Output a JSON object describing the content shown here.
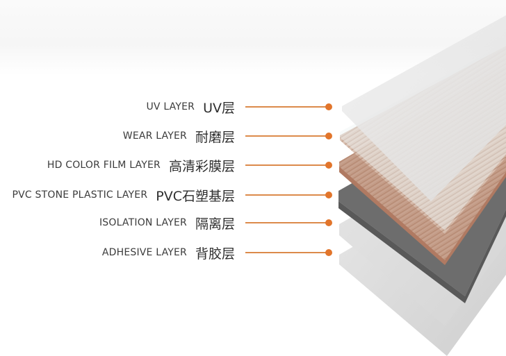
{
  "colors": {
    "leader_line": "#dc8a4a",
    "leader_dot": "#e2752b",
    "wood": "#c9a896",
    "stone": "#6d6d6d",
    "sheet": "#dcdcdc"
  },
  "layers": [
    {
      "en": "UV LAYER",
      "cn": "UV层"
    },
    {
      "en": "WEAR LAYER",
      "cn": "耐磨层"
    },
    {
      "en": "HD COLOR FILM LAYER",
      "cn": "高清彩膜层"
    },
    {
      "en": "PVC STONE PLASTIC LAYER",
      "cn": "PVC石塑基层"
    },
    {
      "en": "ISOLATION LAYER",
      "cn": "隔离层"
    },
    {
      "en": "ADHESIVE LAYER",
      "cn": "背胶层"
    }
  ]
}
